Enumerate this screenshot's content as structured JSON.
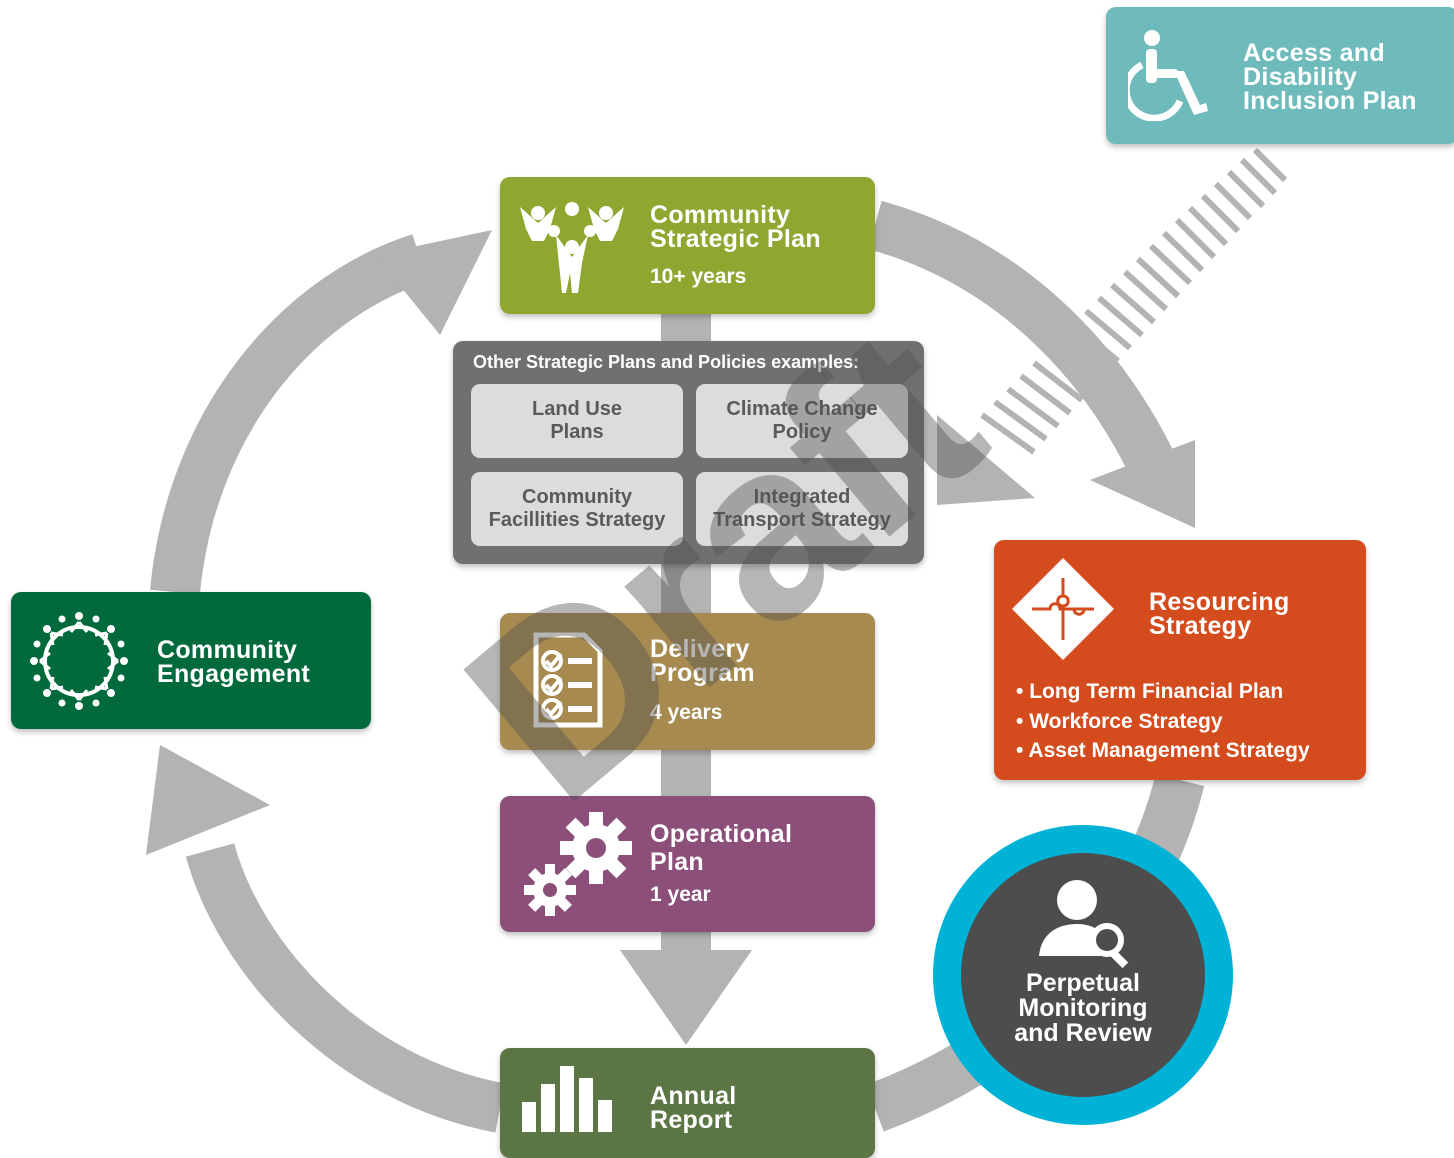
{
  "colors": {
    "csp": "#8ea730",
    "delivery": "#a68a4f",
    "operational": "#8b4f79",
    "annual": "#5c7544",
    "engagement": "#006a3c",
    "resourcing": "#d44b1e",
    "adip": "#6fbabb",
    "osp": "#707070",
    "arrows": "#b3b3b3",
    "monitoring_ring": "#00b2d6",
    "monitoring_core": "#4d4d4d"
  },
  "csp": {
    "title": "Community\nStrategic Plan",
    "sub": "10+ years",
    "icon": "people-group-icon"
  },
  "osp": {
    "heading": "Other Strategic Plans and Policies examples:",
    "items": [
      "Land Use\nPlans",
      "Climate Change\nPolicy",
      "Community\nFacillities Strategy",
      "Integrated\nTransport Strategy"
    ]
  },
  "delivery": {
    "title": "Delivery\nProgram",
    "sub": "4 years",
    "icon": "checklist-icon"
  },
  "operational": {
    "title": "Operational\nPlan",
    "sub": "1 year",
    "icon": "gears-icon"
  },
  "annual": {
    "title": "Annual\nReport",
    "icon": "bar-chart-icon"
  },
  "engagement": {
    "title": "Community\nEngagement",
    "icon": "community-circle-icon"
  },
  "resourcing": {
    "title": "Resourcing\nStrategy",
    "icon": "puzzle-icon",
    "bullets": [
      "Long Term Financial Plan",
      "Workforce Strategy",
      "Asset Management Strategy"
    ]
  },
  "adip": {
    "title": "Access and\nDisability\nInclusion Plan",
    "icon": "wheelchair-icon"
  },
  "monitoring": {
    "title": "Perpetual\nMonitoring\nand Review",
    "icon": "person-search-icon"
  },
  "watermark": "Draft"
}
